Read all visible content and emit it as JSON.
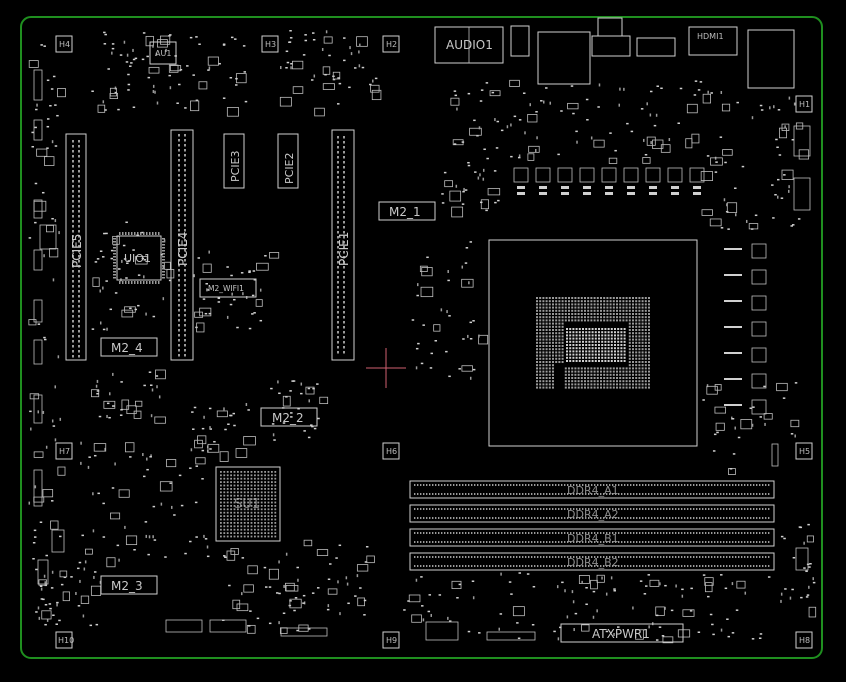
{
  "colors": {
    "background": "#000000",
    "board_edge": "#1f8f1f",
    "silkscreen": "#cfcfcf",
    "cursor": "#d06070"
  },
  "labels": {
    "pcie5": "PCIE5",
    "pcie4": "PCIE4",
    "pcie3": "PCIE3",
    "pcie2": "PCIE2",
    "pcie1": "PCIE1",
    "uio1": "UIO1",
    "m2_wifi1": "M2_WIFI1",
    "m2_4": "M2_4",
    "m2_1": "M2_1",
    "m2_2": "M2_2",
    "m2_3": "M2_3",
    "su1": "SU1",
    "audio1": "AUDIO1",
    "au1": "AU1",
    "hdmi1": "HDMI1",
    "atxpwr1": "ATXPWR1",
    "ddr4_a1": "DDR4_A1",
    "ddr4_a2": "DDR4_A2",
    "ddr4_b1": "DDR4_B1",
    "ddr4_b2": "DDR4_B2",
    "h1": "H1",
    "h2": "H2",
    "h3": "H3",
    "h4": "H4",
    "h5": "H5",
    "h6": "H6",
    "h7": "H7",
    "h8": "H8",
    "h9": "H9",
    "h10": "H10"
  }
}
